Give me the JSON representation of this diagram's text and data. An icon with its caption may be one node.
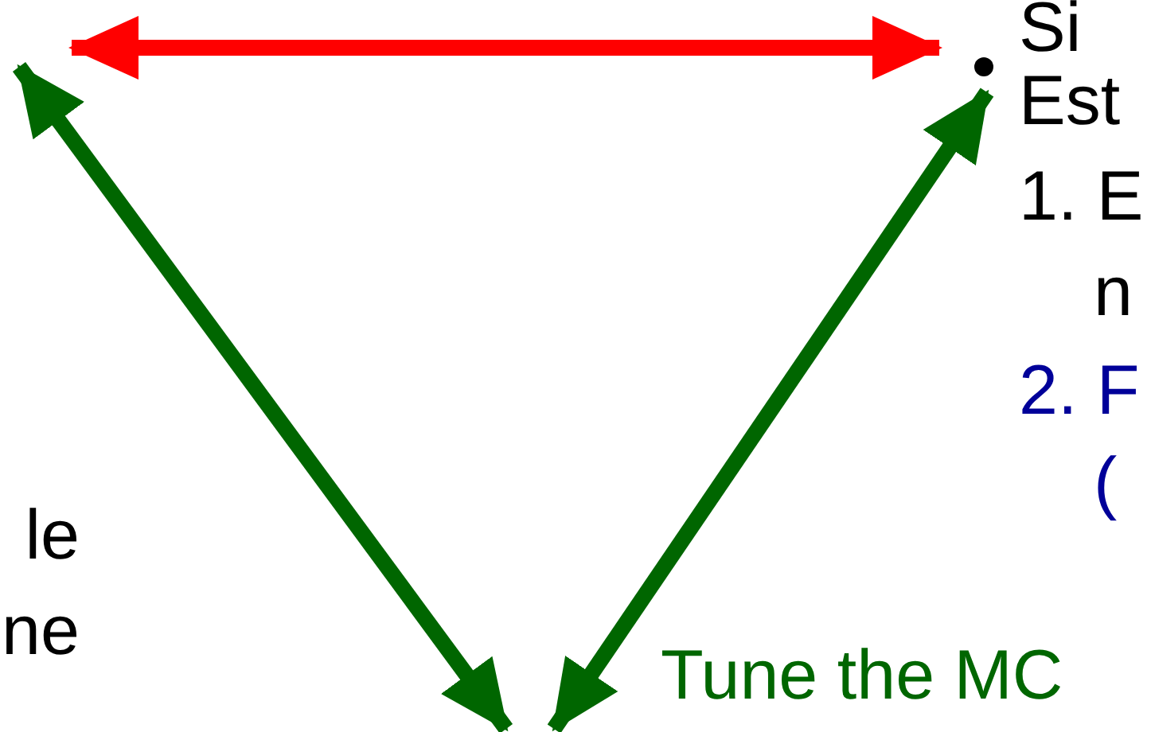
{
  "diagram": {
    "nodes": [
      {
        "text": [
          "le ne"
        ]
      },
      {
        "text": [
          "Si",
          "Est",
          "1. E",
          "n",
          "2. F",
          "("
        ]
      },
      {
        "text": [
          "Tune the MC"
        ]
      }
    ],
    "edges": [
      {
        "from": null,
        "to": 1,
        "arrow": "both",
        "color": "#ff0000"
      },
      {
        "from": null,
        "to": 2,
        "arrow": "both"
      },
      {
        "from": 1,
        "to": 2,
        "arrow": "both"
      }
    ]
  }
}
